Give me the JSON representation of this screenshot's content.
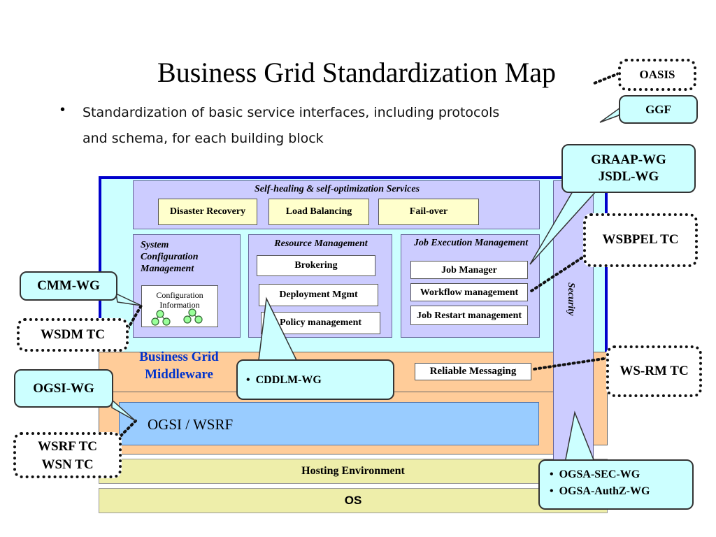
{
  "title": "Business Grid Standardization Map",
  "bullet": {
    "dot": "•",
    "line1": "Standardization of basic service interfaces, including protocols",
    "line2": "and schema,  for each building block"
  },
  "diagram": {
    "self_healing": {
      "label": "Self-healing & self-optimization Services",
      "items": [
        "Disaster Recovery",
        "Load Balancing",
        "Fail-over"
      ]
    },
    "system_config": {
      "label_lines": [
        "System",
        "Configuration",
        "Management"
      ],
      "info_lines": [
        "Configuration",
        "Information"
      ]
    },
    "resource_mgmt": {
      "label": "Resource Management",
      "items": [
        "Brokering",
        "Deployment Mgmt",
        "Policy management"
      ]
    },
    "job_exec": {
      "label": "Job Execution Management",
      "items": [
        "Job Manager",
        "Workflow management",
        "Job Restart management"
      ]
    },
    "security": "Security",
    "middleware_lines": [
      "Business Grid",
      "Middleware"
    ],
    "reliable_messaging": "Reliable Messaging",
    "ogsi_wsrf": "OGSI / WSRF",
    "hosting": "Hosting Environment",
    "os": "OS"
  },
  "callouts": {
    "oasis": "OASIS",
    "ggf": "GGF",
    "graap_lines": [
      "GRAAP-WG",
      "JSDL-WG"
    ],
    "wsbpel": "WSBPEL TC",
    "cmm": "CMM-WG",
    "wsdm": "WSDM TC",
    "cddlm": "CDDLM-WG",
    "ws_rm": "WS-RM TC",
    "ogsi_wg": "OGSI-WG",
    "wsrf_lines": [
      "WSRF TC",
      "WSN TC"
    ],
    "ogsa_items": [
      "OGSA-SEC-WG",
      "OGSA-AuthZ-WG"
    ]
  },
  "colors": {
    "frame_border": "#0000cc",
    "middleware_text": "#0033cc",
    "purple_block": "#ccccff",
    "yellow_box": "#ffffcc",
    "callout_fill": "#ccffff",
    "orange_layer": "#ffcc99",
    "ogsi_layer": "#99ccff",
    "node_green": "#99ff99"
  }
}
